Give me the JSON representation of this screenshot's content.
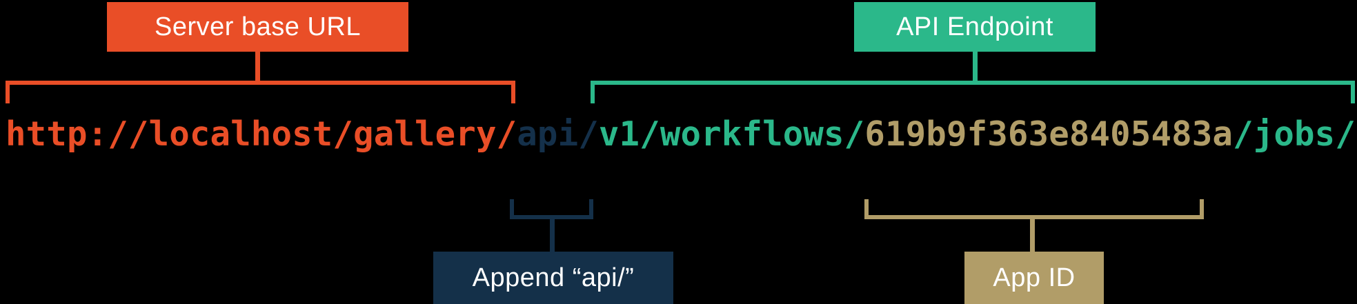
{
  "diagram": {
    "background_color": "#000000",
    "text_color_on_labels": "#FFFFFF",
    "labels": {
      "server_base_url": {
        "text": "Server base URL",
        "color": "#E94E27"
      },
      "api_endpoint": {
        "text": "API Endpoint",
        "color": "#2BB88A"
      },
      "append_api": {
        "text": "Append “api/”",
        "color": "#143049"
      },
      "app_id": {
        "text": "App ID",
        "color": "#B19D68"
      }
    },
    "url": {
      "full": "http://localhost/gallery/api/v1/workflows/619b9f363e8405483a/jobs/",
      "segments": [
        {
          "role": "server-base-url",
          "text": "http://localhost/gallery/",
          "color": "#E94E27"
        },
        {
          "role": "append-api",
          "text": "api/",
          "color": "#14304A"
        },
        {
          "role": "api-endpoint",
          "text": "v1/workflows/",
          "color": "#2BB88A"
        },
        {
          "role": "app-id",
          "text": "619b9f363e8405483a",
          "color": "#B19D68"
        },
        {
          "role": "api-endpoint",
          "text": "/jobs/",
          "color": "#2BB88A"
        }
      ]
    }
  }
}
